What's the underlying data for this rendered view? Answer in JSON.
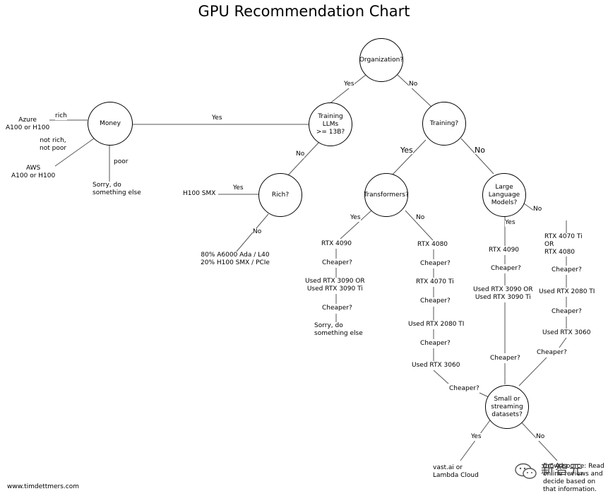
{
  "title": "GPU Recommendation Chart",
  "footer": "www.timdettmers.com",
  "watermark": "新智元",
  "nodes": {
    "organization": "Organization?",
    "training_llms": "Training\nLLMs\n >= 13B?",
    "money": "Money",
    "training": "Training?",
    "rich": "Rich?",
    "transformers": "Transformers?",
    "large_language_models": "Large\nLanguage\nModels?",
    "small_datasets": "Small or\nstreaming\ndatasets?"
  },
  "edges": {
    "org_yes": "Yes",
    "org_no": "No",
    "money_yes": "Yes",
    "llms_no": "No",
    "training_yes": "Yes",
    "training_no": "No",
    "rich_yes": "Yes",
    "rich_no": "No",
    "money_rich": "rich",
    "money_not_rich": "not rich,\nnot poor",
    "money_poor": "poor",
    "transformers_yes": "Yes",
    "transformers_no": "No",
    "llm_yes": "Yes",
    "llm_no": "No",
    "small_yes": "Yes",
    "small_no": "No"
  },
  "leaves": {
    "azure": "Azure\nA100 or H100",
    "aws": "AWS\nA100 or H100",
    "sorry_money": "Sorry, do\nsomething else",
    "h100_smx": "H100 SMX",
    "mix": "80% A6000 Ada / L40\n20% H100 SMX / PCIe",
    "transformers_yes_chain": [
      "RTX 4090",
      "Cheaper?",
      "Used RTX 3090 OR\nUsed RTX 3090 Ti",
      "Cheaper?",
      "Sorry, do\nsomething else"
    ],
    "transformers_no_chain": [
      "RTX 4080",
      "Cheaper?",
      "RTX 4070 Ti",
      "Cheaper?",
      "Used RTX 2080 TI",
      "Cheaper?",
      "Used RTX 3060",
      "Cheaper?"
    ],
    "llm_yes_chain": [
      "RTX 4090",
      "Cheaper?",
      "Used RTX 3090 OR\nUsed RTX 3090 Ti",
      "Cheaper?"
    ],
    "llm_no_chain": [
      "RTX 4070 Ti\n     OR\nRTX 4080",
      "Cheaper?",
      "Used RTX 2080 TI",
      "Cheaper?",
      "Used RTX 3060",
      "Cheaper?"
    ],
    "vast": "vast.ai or\nLambda Cloud",
    "crowd": "Crowdsource: Read\nonline reviews and\ndecide based on\nthat information."
  }
}
